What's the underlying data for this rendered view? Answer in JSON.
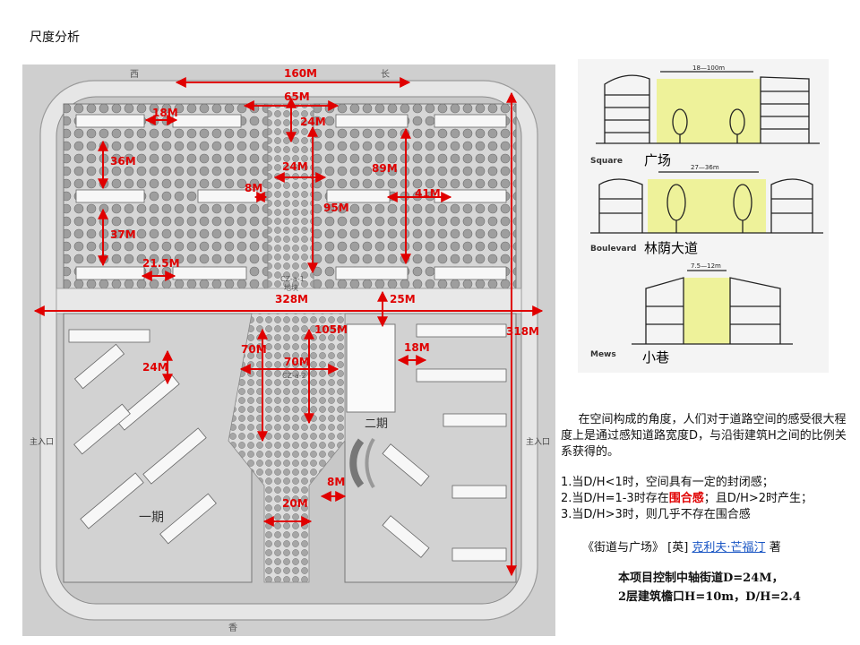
{
  "slide_title": "尺度分析",
  "plan": {
    "dimension_labels": {
      "d160": "160M",
      "d65": "65M",
      "d18a": "18M",
      "d24a": "24M",
      "d36": "36M",
      "d24b": "24M",
      "d89": "89M",
      "d8a": "8M",
      "d41": "41M",
      "d95": "95M",
      "d37": "37M",
      "d21": "21.5M",
      "d328": "328M",
      "d25": "25M",
      "d318": "318M",
      "d105": "105M",
      "d18b": "18M",
      "d70v": "70M",
      "d70h": "70M",
      "d24c": "24M",
      "d8b": "8M",
      "d20": "20M"
    },
    "map_labels": {
      "phase1": "一期",
      "phase2": "二期",
      "entrance_w": "主入口",
      "entrance_e": "主入口",
      "road_top_left": "西",
      "road_top_right": "长",
      "road_bottom": "香",
      "plot": "CZ-a-1",
      "plot2": "地块",
      "plot3": "CZ-a-2"
    }
  },
  "sections": {
    "square_dim": "18—100m",
    "square_en": "Square",
    "square_zh": "广场",
    "boulevard_dim": "27—36m",
    "boulevard_en": "Boulevard",
    "boulevard_zh": "林荫大道",
    "mews_dim": "7.5—12m",
    "mews_en": "Mews",
    "mews_zh": "小巷"
  },
  "text": {
    "paragraph": "在空间构成的角度，人们对于道路空间的感受很大程度上是通过感知道路宽度D，与沿街建筑H之间的比例关系获得的。",
    "rule1": "1.当D/H<1时，空间具有一定的封闭感；",
    "rule2_a": "2.当D/H=1-3时存在",
    "rule2_hl": "围合感",
    "rule2_b": "；且D/H>2时产生；",
    "rule3": "3.当D/H>3时，则几乎不存在围合感",
    "citation_a": "《街道与广场》 [英] ",
    "citation_link": "克利夫·芒福汀",
    "citation_b": " 著",
    "conclusion1": "本项目控制中轴街道D=24M，",
    "conclusion2": "2层建筑檐口H=10m，D/H=2.4"
  },
  "colors": {
    "dimension_red": "#e00000",
    "plan_gray": "#bdbdbd",
    "sketch_yellow": "#eef29a"
  }
}
